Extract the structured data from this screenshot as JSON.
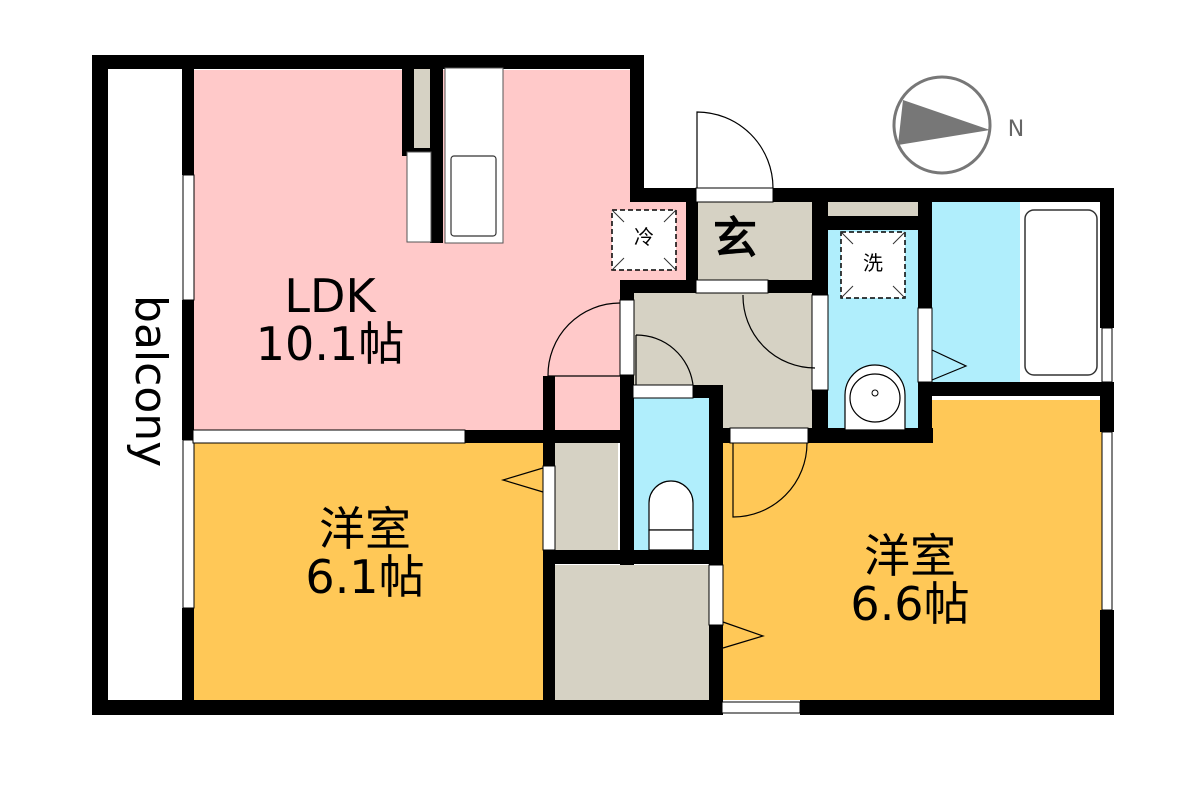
{
  "colors": {
    "wall": "#000000",
    "ldk": "#ffc9c9",
    "western_room": "#ffc857",
    "wet_area": "#b0eefc",
    "storage": "#d6d2c4",
    "balcony": "#ffffff",
    "compass": "#777777"
  },
  "compass": {
    "label": "N",
    "icon": "compass-arrow-icon"
  },
  "balcony": {
    "label": "balcony"
  },
  "rooms": {
    "ldk": {
      "name": "LDK",
      "size": "10.1帖"
    },
    "western_left": {
      "name": "洋室",
      "size": "6.1帖"
    },
    "western_right": {
      "name": "洋室",
      "size": "6.6帖"
    },
    "entrance": {
      "name": "玄"
    },
    "fridge": {
      "name": "冷"
    },
    "washer": {
      "name": "洗"
    }
  }
}
